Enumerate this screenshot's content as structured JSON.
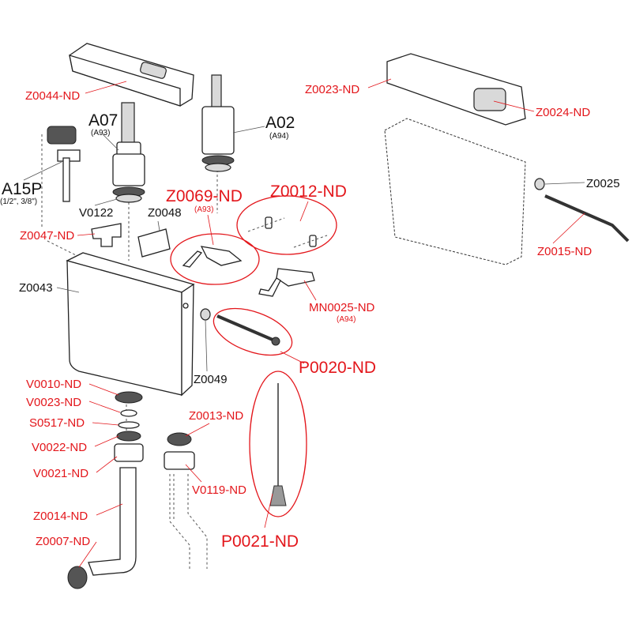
{
  "labels": {
    "z0044": "Z0044-ND",
    "a07": "A07",
    "a07_sub": "(A93)",
    "a02": "A02",
    "a02_sub": "(A94)",
    "a15p": "A15P",
    "a15p_sub": "(1/2\", 3/8\")",
    "v0122": "V0122",
    "z0048": "Z0048",
    "z0069": "Z0069-ND",
    "z0069_sub": "(A93)",
    "z0012": "Z0012-ND",
    "z0047": "Z0047-ND",
    "z0043": "Z0043",
    "mn0025": "MN0025-ND",
    "mn0025_sub": "(A94)",
    "p0020": "P0020-ND",
    "z0049": "Z0049",
    "v0010": "V0010-ND",
    "v0023": "V0023-ND",
    "s0517": "S0517-ND",
    "v0022": "V0022-ND",
    "v0021": "V0021-ND",
    "z0014": "Z0014-ND",
    "z0007": "Z0007-ND",
    "z0013": "Z0013-ND",
    "v0119": "V0119-ND",
    "p0021": "P0021-ND",
    "z0023": "Z0023-ND",
    "z0024": "Z0024-ND",
    "z0025": "Z0025",
    "z0015": "Z0015-ND"
  },
  "colors": {
    "highlight": "#e3161b",
    "standard": "#111111"
  }
}
